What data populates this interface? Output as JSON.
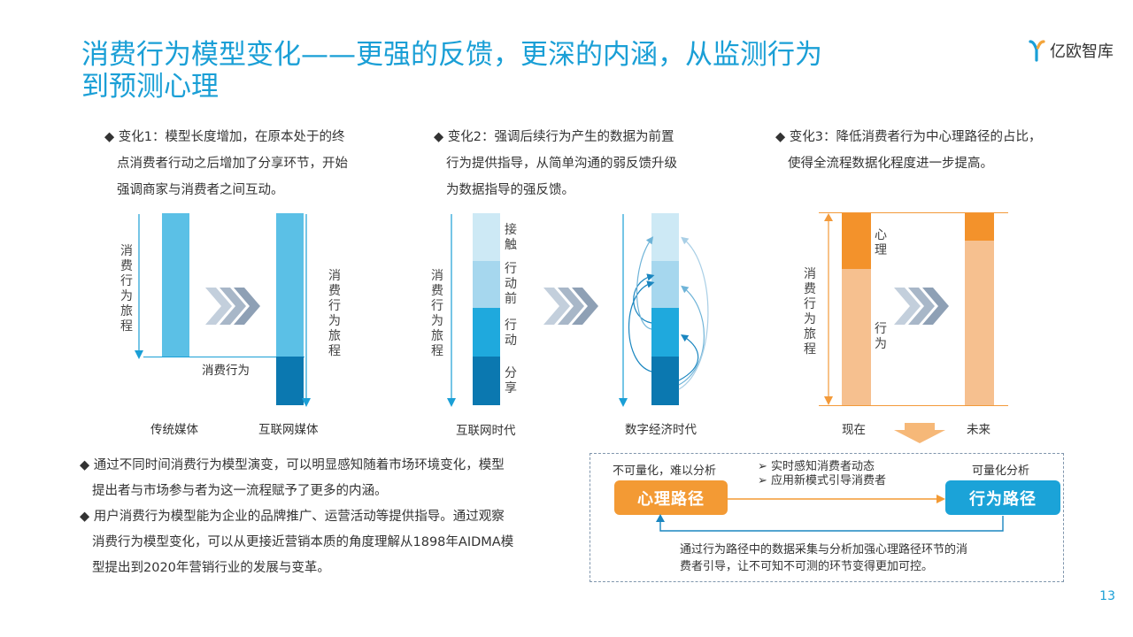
{
  "title": {
    "line1": "消费行为模型变化——更强的反馈，更深的内涵，从监测行为",
    "line2": "到预测心理"
  },
  "brand": {
    "name": "亿欧智库",
    "accent": "#1a9fd6"
  },
  "changes": [
    {
      "lines": [
        "◆ 变化1：模型长度增加，在原本处于的终",
        "点消费者行动之后增加了分享环节，开始",
        "强调商家与消费者之间互动。"
      ]
    },
    {
      "lines": [
        "◆ 变化2：强调后续行为产生的数据为前置",
        "行为提供指导，从简单沟通的弱反馈升级",
        "为数据指导的强反馈。"
      ]
    },
    {
      "lines": [
        "◆ 变化3：降低消费者行为中心理路径的占比，",
        "使得全流程数据化程度进一步提高。"
      ]
    }
  ],
  "diagram1": {
    "left_label": "消费行为旅程",
    "right_label": "消费行为旅程",
    "mid_label": "消费行为",
    "caption_left": "传统媒体",
    "caption_right": "互联网媒体"
  },
  "diagram2": {
    "side_label": "消费行为旅程",
    "segments": [
      "接触",
      "行动前",
      "行动",
      "分享"
    ],
    "caption_left": "互联网时代",
    "caption_right": "数字经济时代"
  },
  "diagram3": {
    "side_label": "消费行为旅程",
    "label_top": "心理",
    "label_bottom": "行为",
    "caption_left": "现在",
    "caption_right": "未来"
  },
  "bullets": [
    {
      "lines": [
        "◆ 通过不同时间消费行为模型演变，可以明显感知随着市场环境变化，模型",
        "提出者与市场参与者为这一流程赋予了更多的内涵。"
      ]
    },
    {
      "lines": [
        "◆ 用户消费行为模型能为企业的品牌推广、运营活动等提供指导。通过观察",
        "消费行为模型变化，可以从更接近营销本质的角度理解从1898年AIDMA模",
        "型提出到2020年营销行业的发展与变革。"
      ]
    }
  ],
  "path_box": {
    "left_caption": "不可量化，难以分析",
    "left_pill": "心理路径",
    "right_caption": "可量化分析",
    "right_pill": "行为路径",
    "mid_items": [
      "➢ 实时感知消费者动态",
      "➢ 应用新模式引导消费者"
    ],
    "bottom_lines": [
      "通过行为路径中的数据采集与分析加强心理路径环节的消",
      "费者引导，让不可知不可测的环节变得更加可控。"
    ]
  },
  "page_number": "13"
}
